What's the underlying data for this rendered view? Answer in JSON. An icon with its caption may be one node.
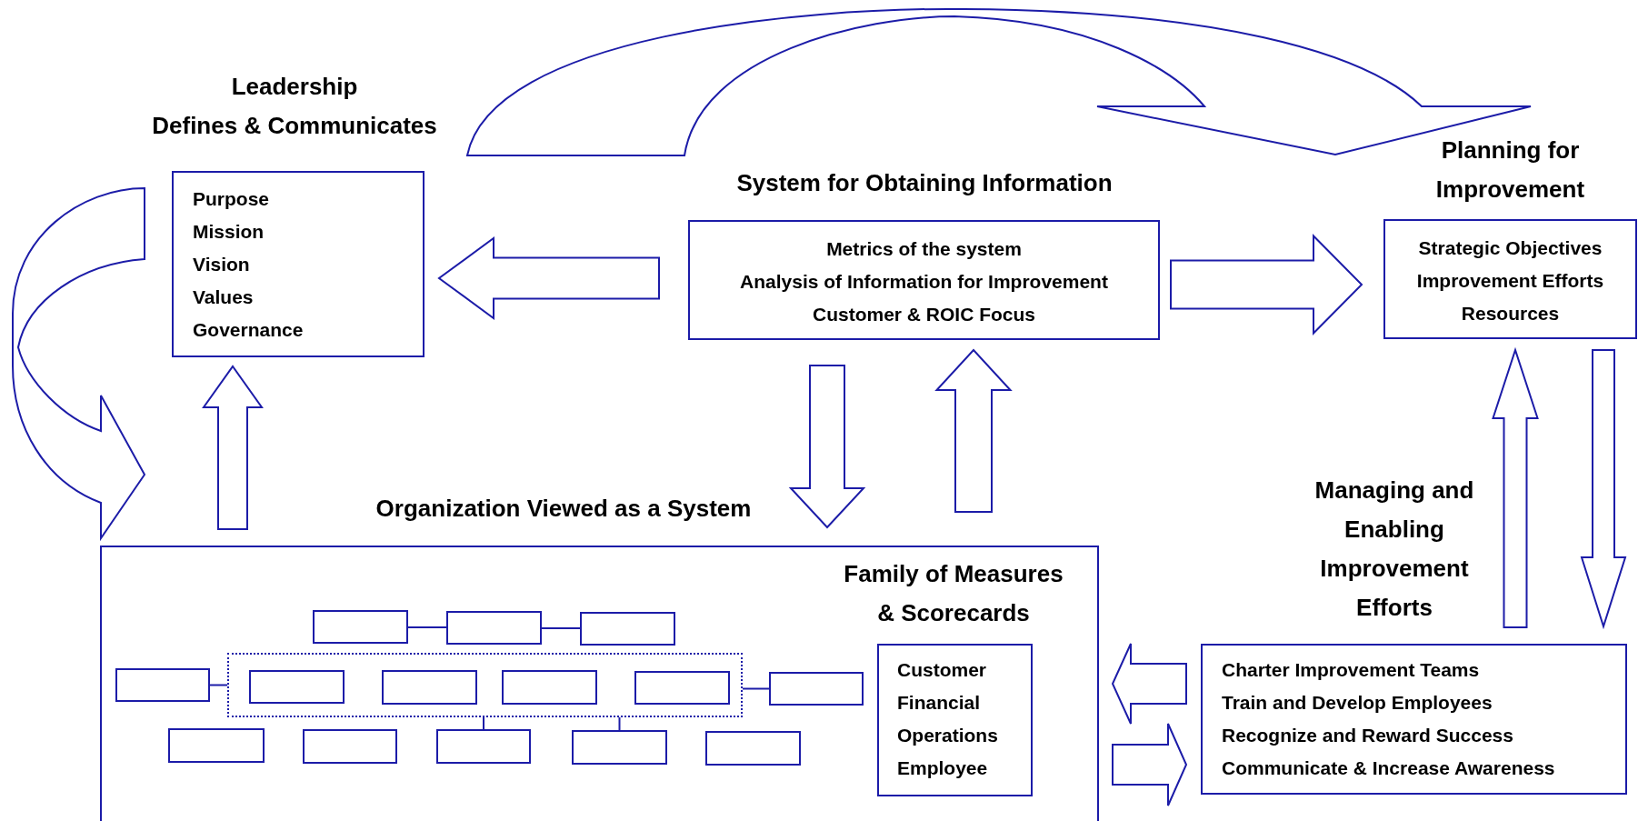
{
  "diagram": {
    "nodes": [
      {
        "text": [
          "Leadership",
          "Defines & Communicates",
          "Purpose",
          "Mission",
          "Vision",
          "Values",
          "Governance"
        ]
      },
      {
        "text": [
          "System for Obtaining Information",
          "Metrics of the system",
          "Analysis of Information for Improvement",
          "Customer & ROIC Focus"
        ]
      },
      {
        "text": [
          "Planning for Improvement",
          "Strategic Objectives",
          "Improvement Efforts",
          "Resources"
        ]
      },
      {
        "text": [
          "Organization Viewed as a System"
        ]
      },
      {
        "text": [],
        "shape": "box",
        "in": 3
      },
      {
        "text": [],
        "shape": "box",
        "in": 3
      },
      {
        "text": [],
        "shape": "box",
        "in": 3
      },
      {
        "text": [],
        "shape": "box",
        "in": 3
      },
      {
        "text": [],
        "shape": "box",
        "in": 3
      },
      {
        "text": [],
        "shape": "box",
        "in": 8
      },
      {
        "text": [],
        "shape": "box",
        "in": 8
      },
      {
        "text": [],
        "shape": "box",
        "in": 8
      },
      {
        "text": [],
        "shape": "box",
        "in": 8
      },
      {
        "text": [],
        "shape": "box",
        "in": 3
      },
      {
        "text": [],
        "shape": "box",
        "in": 3
      },
      {
        "text": [],
        "shape": "box",
        "in": 3
      },
      {
        "text": [],
        "shape": "box",
        "in": 3
      },
      {
        "text": [],
        "shape": "box",
        "in": 3
      },
      {
        "text": [],
        "shape": "box",
        "in": 3
      },
      {
        "text": [
          "Family of Measures & Scorecards",
          "Customer",
          "Financial",
          "Operations",
          "Employee"
        ],
        "in": 3
      },
      {
        "text": [
          "Managing and Enabling Improvement Efforts",
          "Charter Improvement Teams",
          "Train and Develop Employees",
          "Recognize and Reward Success",
          "Communicate & Increase Awareness"
        ]
      }
    ],
    "edges": [
      {
        "from": 0,
        "to": 2,
        "arrow": "to"
      },
      {
        "from": 0,
        "to": 3,
        "arrow": "to"
      },
      {
        "from": 1,
        "to": 0,
        "arrow": "to"
      },
      {
        "from": 1,
        "to": 2,
        "arrow": "to"
      },
      {
        "from": 1,
        "to": 3,
        "arrow": "to"
      },
      {
        "from": 3,
        "to": 1,
        "arrow": "to"
      },
      {
        "from": 3,
        "to": 0,
        "arrow": "to"
      },
      {
        "from": 2,
        "to": 20,
        "arrow": "to"
      },
      {
        "from": 20,
        "to": 2,
        "arrow": "to"
      },
      {
        "from": 20,
        "to": 3,
        "arrow": "to"
      },
      {
        "from": 3,
        "to": 20,
        "arrow": "to"
      },
      {
        "from": 4,
        "to": 5,
        "arrow": "none"
      },
      {
        "from": 5,
        "to": 6,
        "arrow": "none"
      },
      {
        "from": 7,
        "to": 8,
        "arrow": "none"
      },
      {
        "from": 8,
        "to": 13,
        "arrow": "none"
      },
      {
        "from": 8,
        "to": 16,
        "arrow": "none"
      },
      {
        "from": 8,
        "to": 17,
        "arrow": "none"
      }
    ]
  }
}
